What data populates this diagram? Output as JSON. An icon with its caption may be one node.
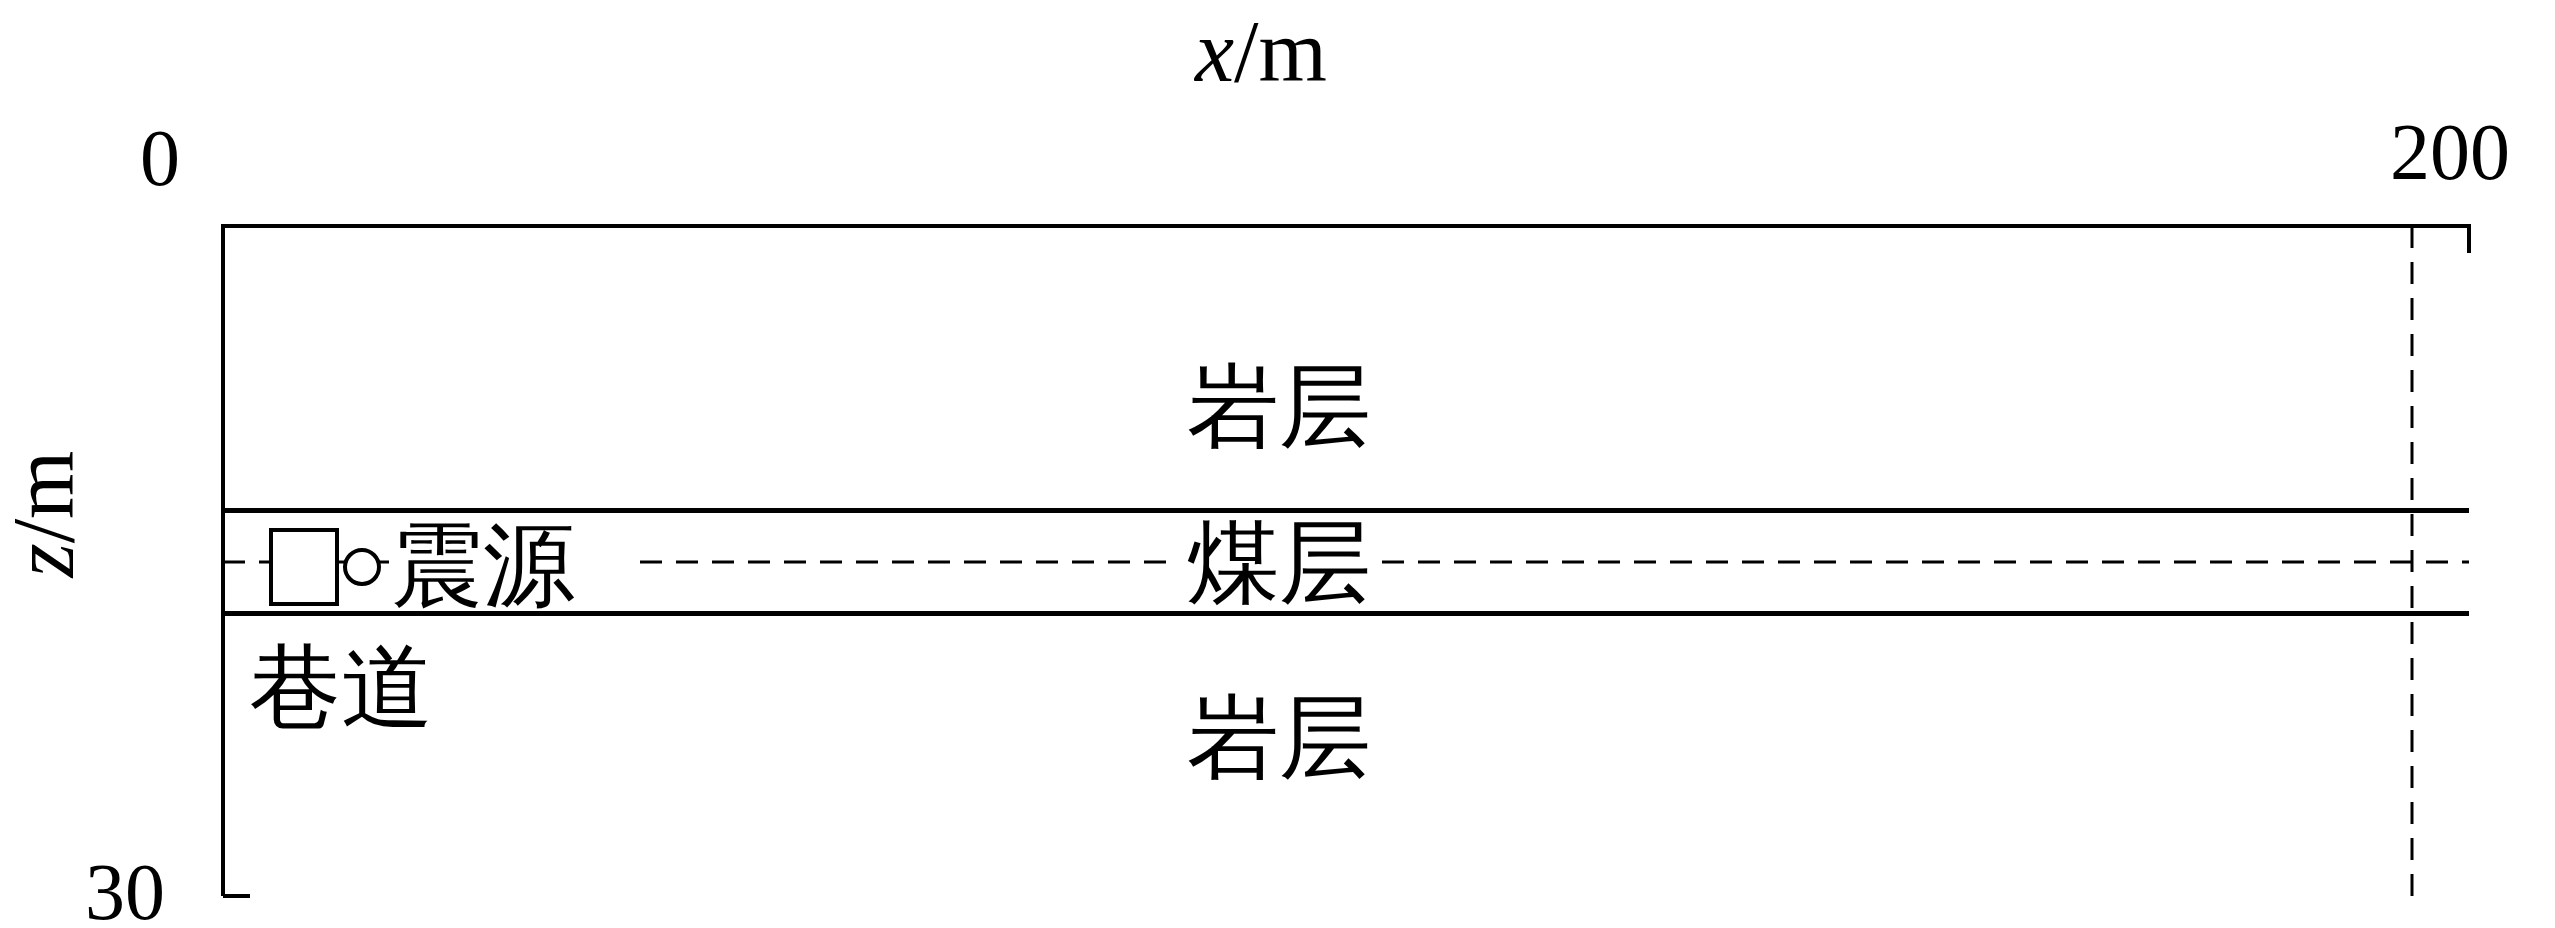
{
  "diagram": {
    "nodes": [
      {
        "text": [
          "岩层"
        ]
      },
      {
        "text": [
          "煤层"
        ]
      },
      {
        "text": [
          "岩层"
        ]
      },
      {
        "text": [
          "巷道"
        ],
        "in": 1
      },
      {
        "text": [
          "震源"
        ],
        "in": 1
      }
    ],
    "labels": [
      "*x*/m",
      "0",
      "200",
      "*z*/m",
      "30"
    ]
  }
}
